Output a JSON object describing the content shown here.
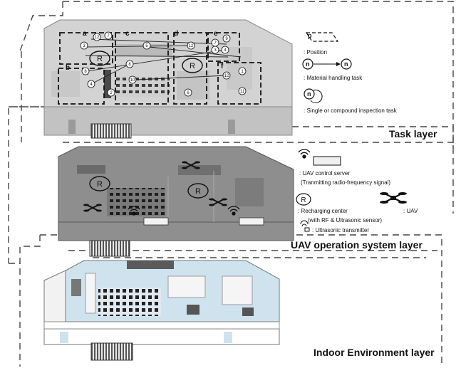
{
  "layers": {
    "task": {
      "title": "Task layer"
    },
    "uav": {
      "title": "UAV operation system layer"
    },
    "indoor": {
      "title": "Indoor Environment layer"
    }
  },
  "zones": [
    "a",
    "b",
    "c",
    "d",
    "e",
    "f"
  ],
  "task_markers": [
    "12",
    "7",
    "3",
    "5",
    "12",
    "7",
    "9",
    "3",
    "4",
    "8",
    "8",
    "4",
    "2",
    "10",
    "12",
    "1",
    "6",
    "11"
  ],
  "recharging_label": "R",
  "legend_task": {
    "position_symbol": "p",
    "position_label": ": Position",
    "node_symbol": "n",
    "material_label": ": Material handling task",
    "inspection_label": ": Single or compound inspection task"
  },
  "legend_uav": {
    "server_label": ": UAV control server",
    "server_sublabel": "(Tranmitting radio-frequency signal)",
    "recharge_symbol": "R",
    "recharge_label": ": Recharging center",
    "uav_label": ": UAV",
    "uav_sublabel": "(with RF & Ultrasonic sensor)",
    "ultrasonic_label": ": Ultrasonic transmitter"
  },
  "colors": {
    "task_top": "#d3d3d3",
    "task_side": "#bdbdbd",
    "uav_top": "#8e8e8e",
    "uav_side": "#6f6f6f",
    "floor": "#cfe3ee",
    "wall": "#ffffff"
  }
}
